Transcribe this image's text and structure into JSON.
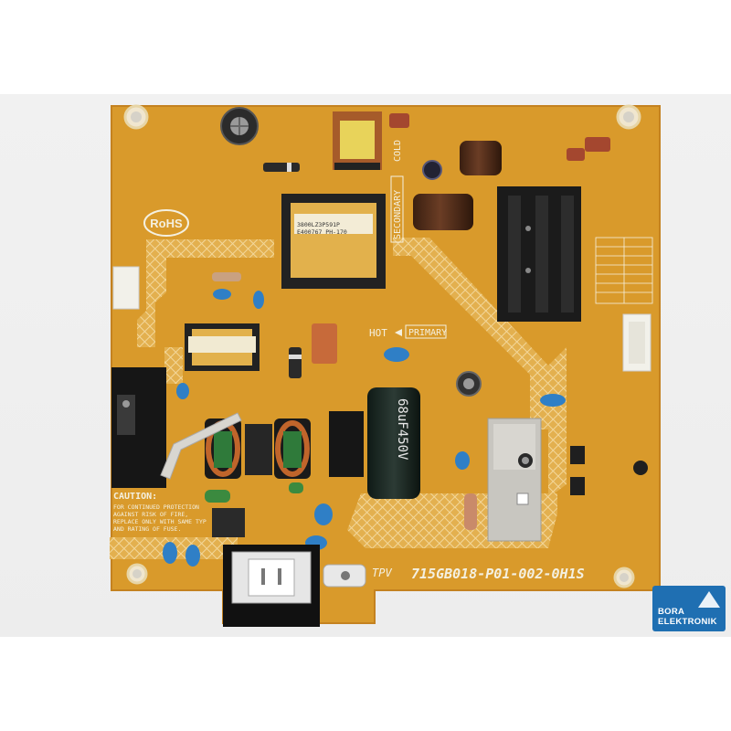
{
  "board": {
    "rohs": "RoHS",
    "model": "715GB018-P01-002-0H1S",
    "tpv": "TPV",
    "hot": "HOT",
    "primary": "PRIMARY",
    "secondary": "SECONDARY",
    "cold": "COLD",
    "caution_title": "CAUTION:",
    "caution_lines": [
      "FOR CONTINUED PROTECTION",
      "AGAINST RISK OF FIRE,",
      "REPLACE ONLY WITH SAME TYP",
      "AND RATING OF FUSE."
    ],
    "cap_label": "68uF450V",
    "transformer_label_1": "3800LZ3P591P",
    "transformer_label_2": "E400767 PH-170",
    "colors": {
      "pcb": "#d99a2b",
      "pcb_edge": "#c88620",
      "trace": "#e6b552",
      "silk": "#f4f0e0",
      "heatsink": "#1b1b1b"
    }
  },
  "watermark": {
    "line1": "BORA",
    "line2": "ELEKTRONIK"
  }
}
